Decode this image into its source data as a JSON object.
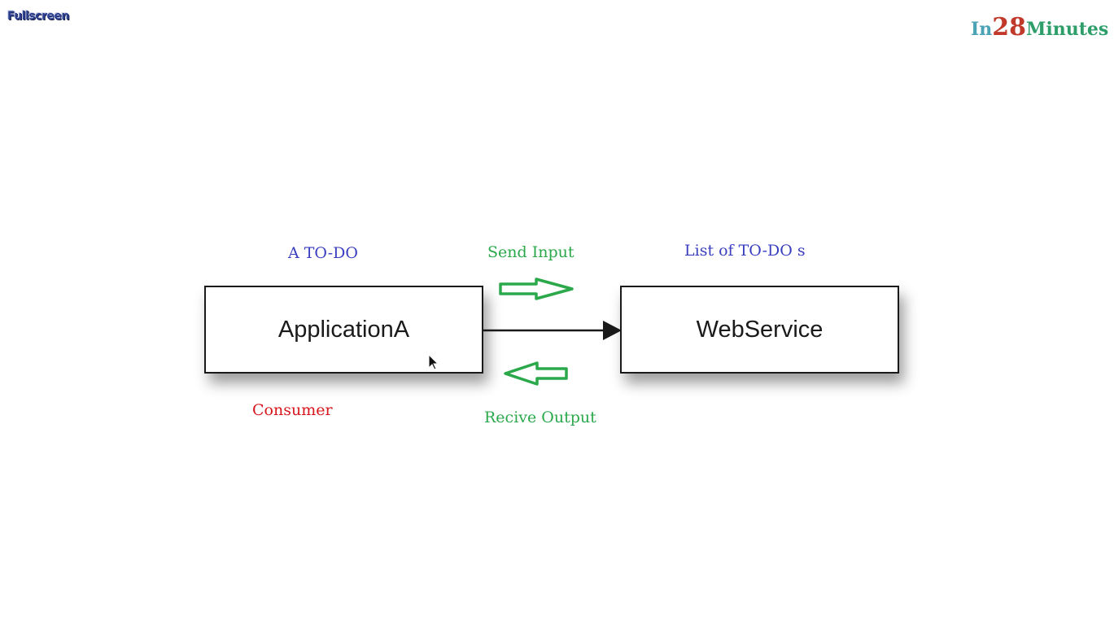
{
  "toolbar": {
    "fullscreen_label": "Fullscreen"
  },
  "logo": {
    "part1": "In",
    "part2": "28",
    "part3": "Minutes",
    "colors": {
      "in": "#4aa3b5",
      "num": "#c0392b",
      "minutes": "#2d9e6a"
    }
  },
  "diagram": {
    "consumer_note": "A TO-DO",
    "consumer_box": "ApplicationA",
    "consumer_role": "Consumer",
    "provider_note": "List of TO-DO s",
    "provider_box": "WebService",
    "send_label": "Send Input",
    "receive_label": "Recive Output",
    "colors": {
      "note": "#3a3fbf",
      "flow": "#2aa84a",
      "role": "#d9161e"
    }
  }
}
